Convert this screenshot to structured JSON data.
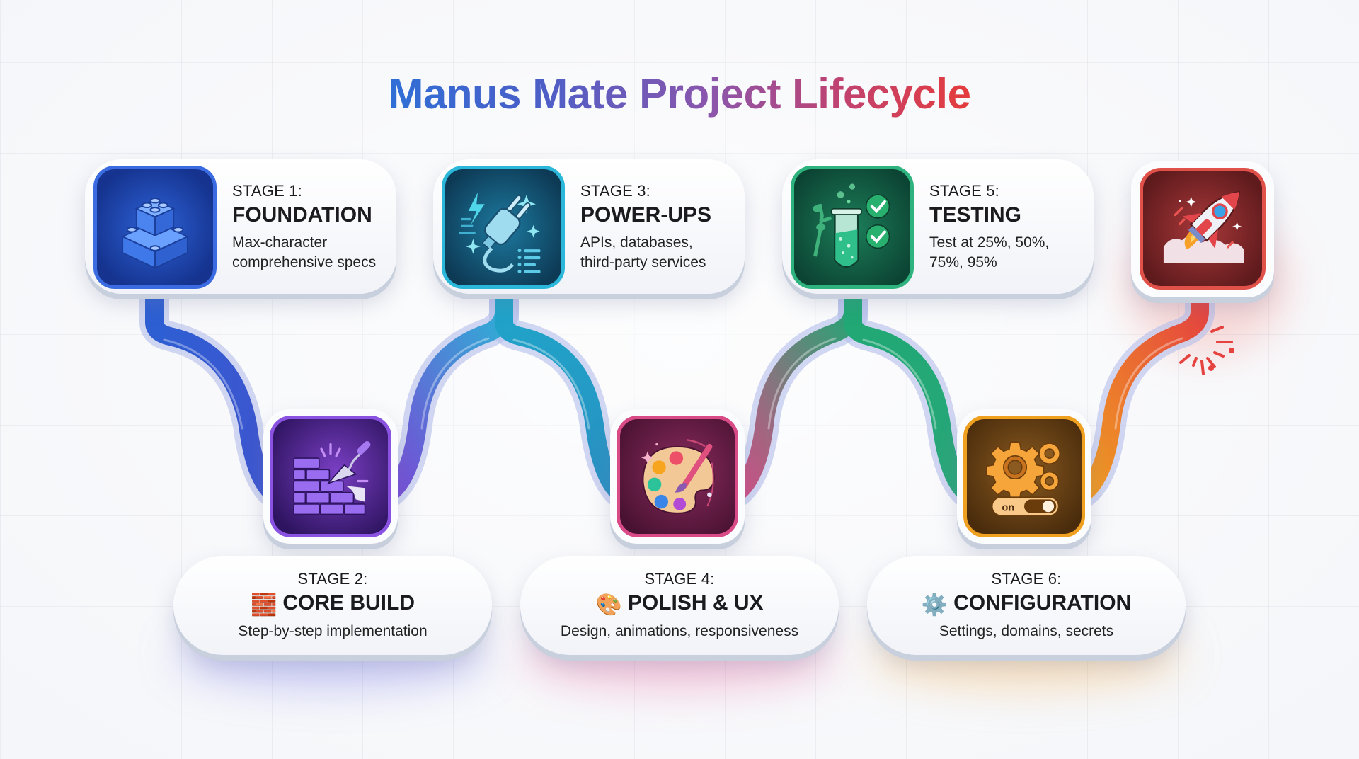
{
  "title": "Manus Mate Project Lifecycle",
  "colors": {
    "stage1": "#2d5fd3",
    "stage2": "#7b46d6",
    "stage3": "#1fa5c9",
    "stage4": "#d94b86",
    "stage5": "#1fa874",
    "stage6": "#f0a020",
    "launch": "#e5433f"
  },
  "stages": [
    {
      "id": 1,
      "label": "STAGE 1:",
      "name": "FOUNDATION",
      "description": "Max-character comprehensive specs",
      "desc_lines": [
        "Max-character",
        "comprehensive specs"
      ],
      "icon": "lego-bricks-icon"
    },
    {
      "id": 2,
      "label": "STAGE 2:",
      "name": "CORE BUILD",
      "emoji": "🧱",
      "description": "Step-by-step implementation",
      "icon": "brick-wall-trowel-icon"
    },
    {
      "id": 3,
      "label": "STAGE 3:",
      "name": "POWER-UPS",
      "description": "APIs, databases, third-party services",
      "desc_lines": [
        "APIs, databases,",
        "third-party services"
      ],
      "icon": "power-plug-icon"
    },
    {
      "id": 4,
      "label": "STAGE 4:",
      "name": "POLISH & UX",
      "emoji": "🎨",
      "description": "Design, animations, responsiveness",
      "icon": "paint-palette-icon"
    },
    {
      "id": 5,
      "label": "STAGE 5:",
      "name": "TESTING",
      "description": "Test at 25%, 50%, 75%, 95%",
      "desc_lines": [
        "Test at 25%, 50%,",
        "75%, 95%"
      ],
      "icon": "test-tube-checks-icon"
    },
    {
      "id": 6,
      "label": "STAGE 6:",
      "name": "CONFIGURATION",
      "emoji": "⚙️",
      "description": "Settings, domains, secrets",
      "icon": "gears-toggle-icon",
      "toggle_text": "on"
    }
  ],
  "launch": {
    "icon": "rocket-icon"
  }
}
